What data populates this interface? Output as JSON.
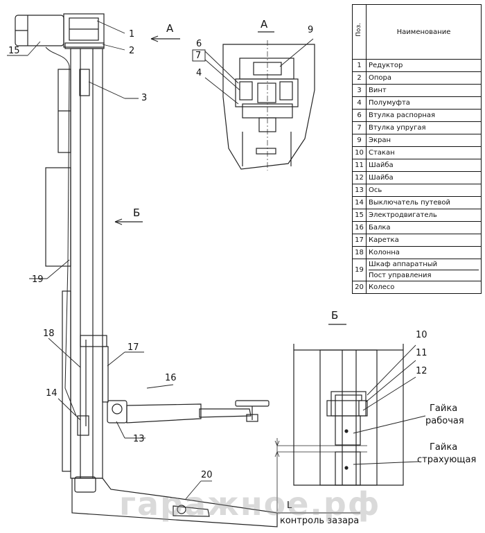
{
  "callouts": {
    "c1": "1",
    "c2": "2",
    "c3": "3",
    "c4": "4",
    "c6": "6",
    "c7": "7",
    "c9": "9",
    "c10": "10",
    "c11": "11",
    "c12": "12",
    "c13": "13",
    "c14": "14",
    "c15": "15",
    "c16": "16",
    "c17": "17",
    "c18": "18",
    "c19": "19",
    "c20": "20"
  },
  "views": {
    "a_arrow": "А",
    "a_section": "А",
    "b_arrow": "Б",
    "b_section": "Б"
  },
  "labels": {
    "nut_working_1": "Гайка",
    "nut_working_2": "рабочая",
    "nut_safety_1": "Гайка",
    "nut_safety_2": "страхующая",
    "gap_L": "L",
    "gap_control": "контроль зазара"
  },
  "table": {
    "header_num": "Поз.",
    "header_name": "Наименование",
    "rows": [
      {
        "n": "1",
        "name": "Редуктор"
      },
      {
        "n": "2",
        "name": "Опора"
      },
      {
        "n": "3",
        "name": "Винт"
      },
      {
        "n": "4",
        "name": "Полумуфта"
      },
      {
        "n": "6",
        "name": "Втулка распорная"
      },
      {
        "n": "7",
        "name": "Втулка упругая"
      },
      {
        "n": "9",
        "name": "Экран"
      },
      {
        "n": "10",
        "name": "Стакан"
      },
      {
        "n": "11",
        "name": "Шайба"
      },
      {
        "n": "12",
        "name": "Шайба"
      },
      {
        "n": "13",
        "name": "Ось"
      },
      {
        "n": "14",
        "name": "Выключатель путевой"
      },
      {
        "n": "15",
        "name": "Электродвигатель"
      },
      {
        "n": "16",
        "name": "Балка"
      },
      {
        "n": "17",
        "name": "Каретка"
      },
      {
        "n": "18",
        "name": "Колонна"
      }
    ],
    "row19": {
      "n": "19",
      "name1": "Шкаф аппаратный",
      "name2": "Пост управления"
    },
    "row20": {
      "n": "20",
      "name": "Колесо"
    }
  },
  "watermark": "гаражное.рф"
}
